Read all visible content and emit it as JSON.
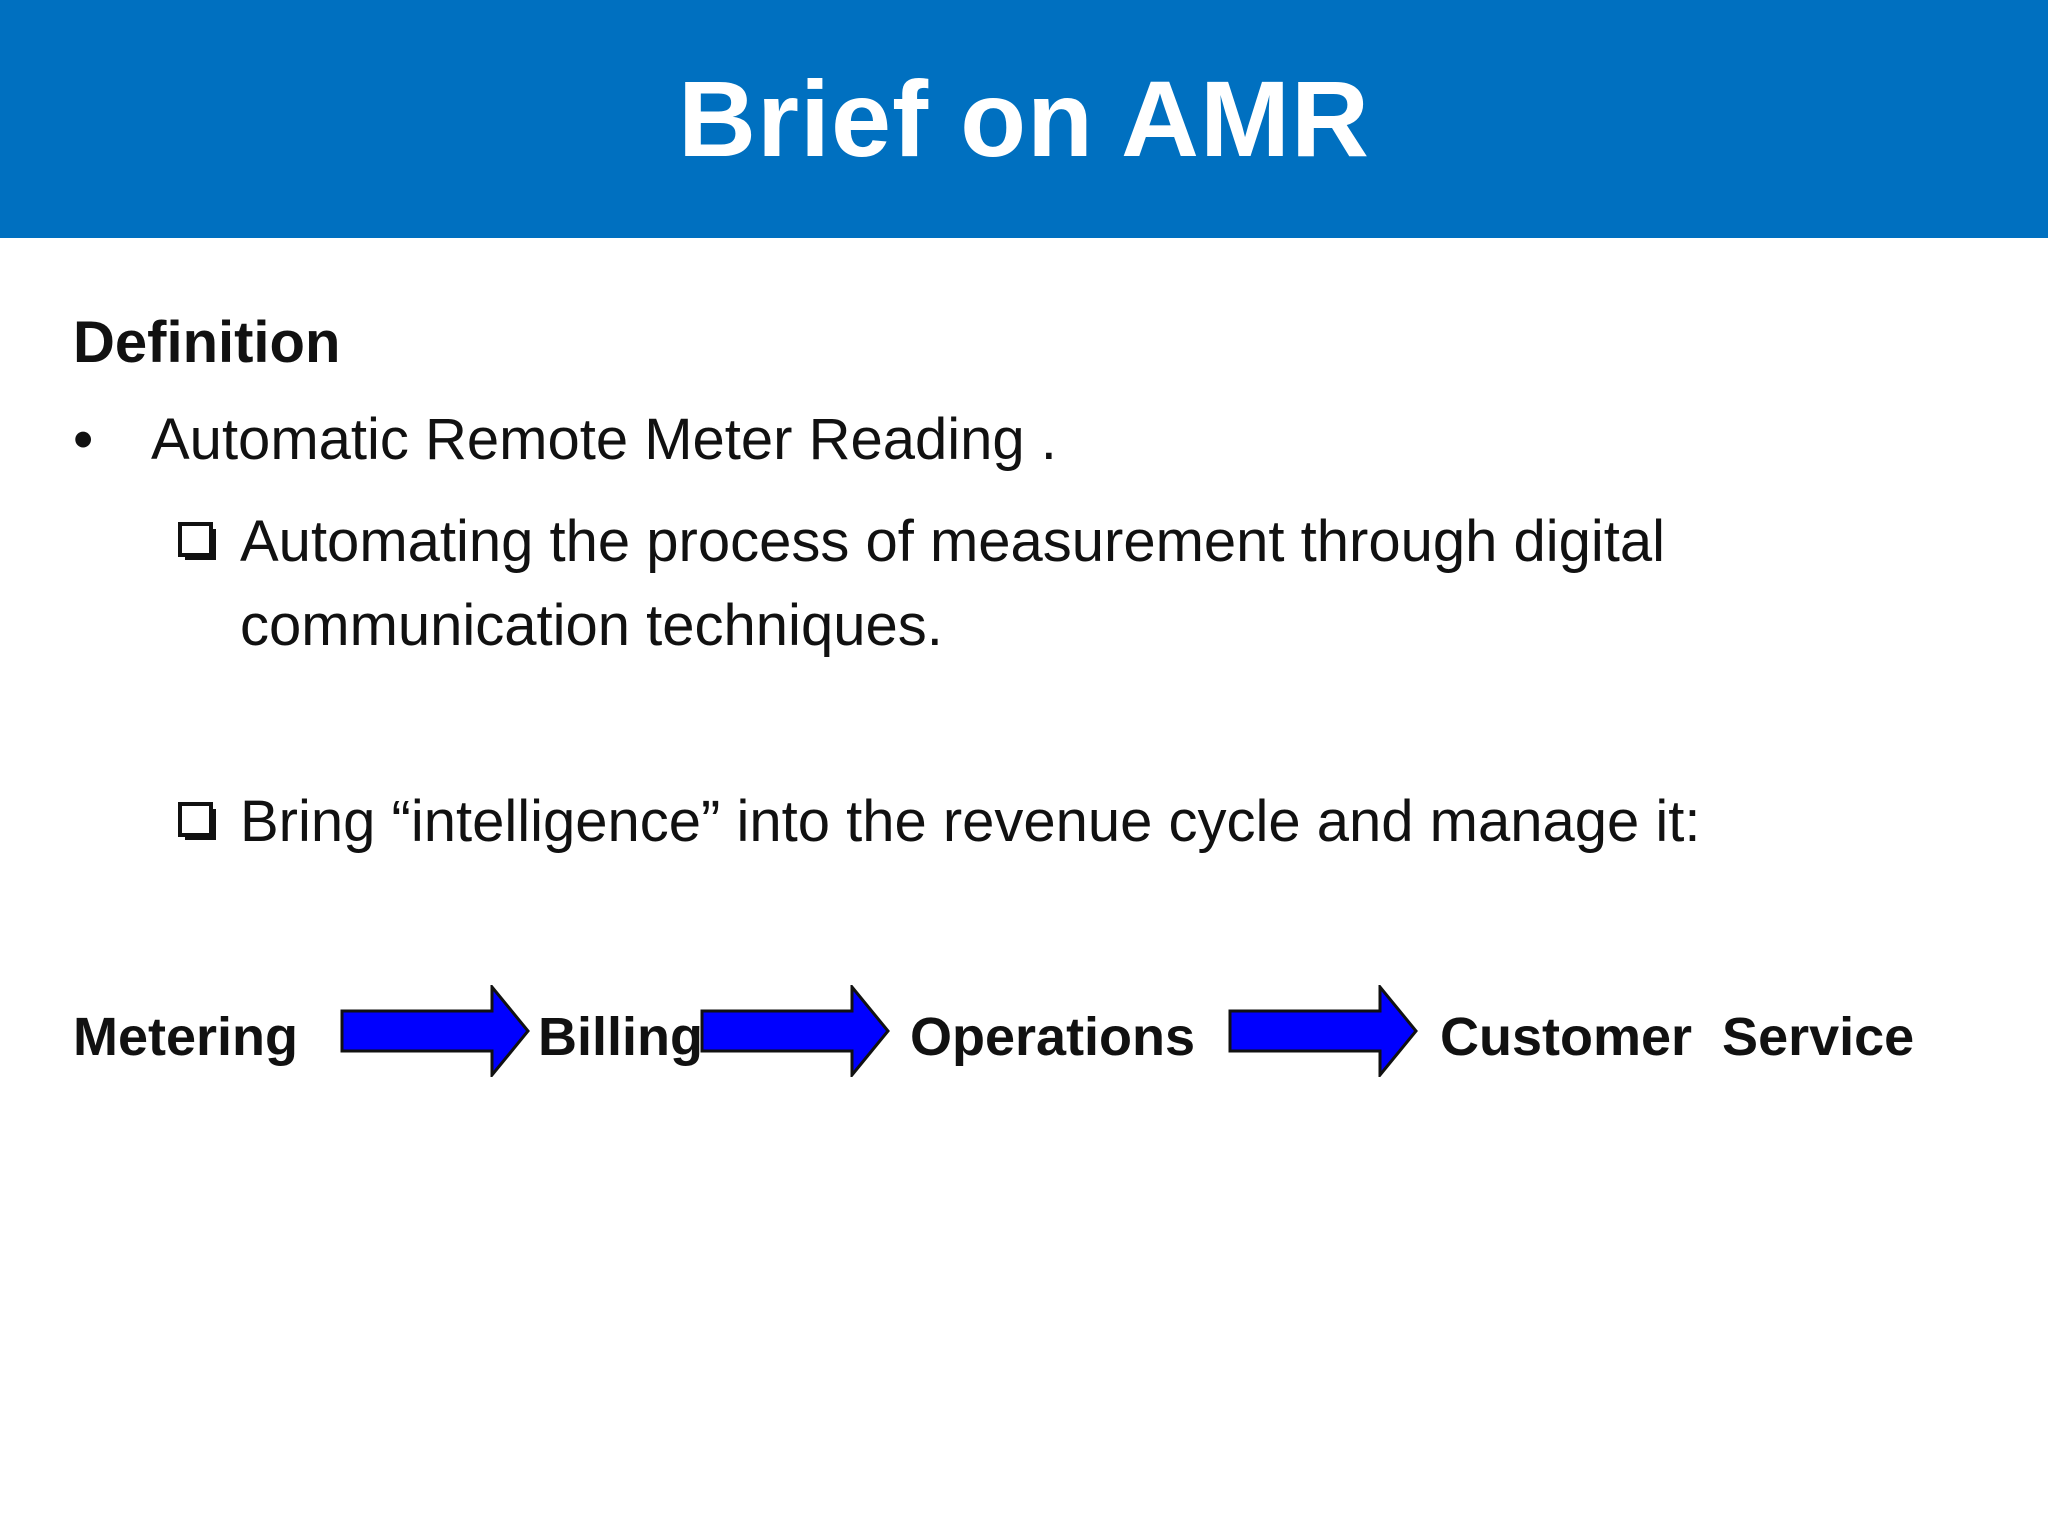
{
  "slide": {
    "title": "Brief on AMR",
    "colors": {
      "header_bg": "#0070c0",
      "title_text": "#ffffff",
      "arrow_fill": "#0000ff"
    },
    "section_heading": "Definition",
    "bullet": {
      "marker": "•",
      "text": "Automatic Remote Meter Reading ."
    },
    "sub_items": [
      {
        "icon": "checkbox-icon",
        "text": "Automating the process of measurement through digital communication techniques."
      },
      {
        "icon": "checkbox-icon",
        "text": "Bring “intelligence” into the revenue cycle and manage it:"
      }
    ],
    "flow": {
      "steps": [
        "Metering",
        "Billing",
        "Operations",
        "Customer  Service"
      ],
      "arrow_icon": "right-arrow-icon"
    }
  }
}
